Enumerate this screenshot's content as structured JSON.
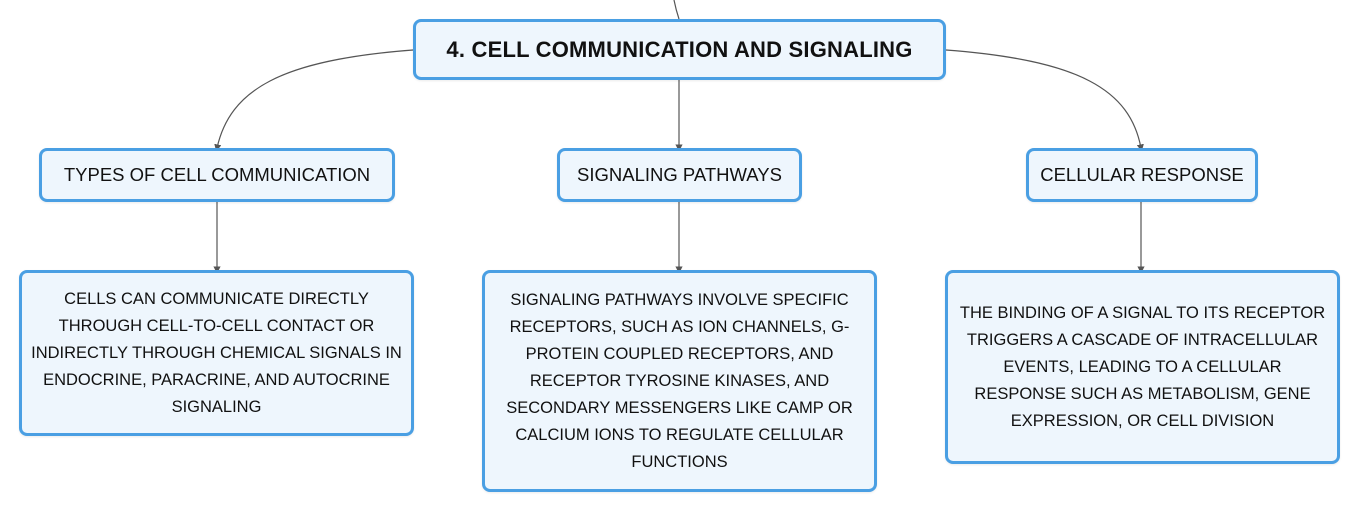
{
  "diagram": {
    "root": {
      "label": "4. CELL COMMUNICATION AND SIGNALING"
    },
    "branches": [
      {
        "label": "TYPES OF CELL COMMUNICATION",
        "detail": "CELLS CAN COMMUNICATE DIRECTLY THROUGH CELL-TO-CELL CONTACT OR INDIRECTLY THROUGH CHEMICAL SIGNALS IN ENDOCRINE, PARACRINE, AND AUTOCRINE SIGNALING"
      },
      {
        "label": "SIGNALING PATHWAYS",
        "detail": "SIGNALING PATHWAYS INVOLVE SPECIFIC RECEPTORS, SUCH AS ION CHANNELS, G-PROTEIN COUPLED RECEPTORS, AND RECEPTOR TYROSINE KINASES, AND SECONDARY MESSENGERS LIKE CAMP OR CALCIUM IONS TO REGULATE CELLULAR FUNCTIONS"
      },
      {
        "label": "CELLULAR RESPONSE",
        "detail": "THE BINDING OF A SIGNAL TO ITS RECEPTOR TRIGGERS A CASCADE OF INTRACELLULAR EVENTS, LEADING TO A CELLULAR RESPONSE SUCH AS METABOLISM, GENE EXPRESSION, OR CELL DIVISION"
      }
    ]
  },
  "colors": {
    "node_border": "#4a9fe3",
    "node_fill": "#eef6fd",
    "connector": "#555555",
    "text": "#111111"
  }
}
